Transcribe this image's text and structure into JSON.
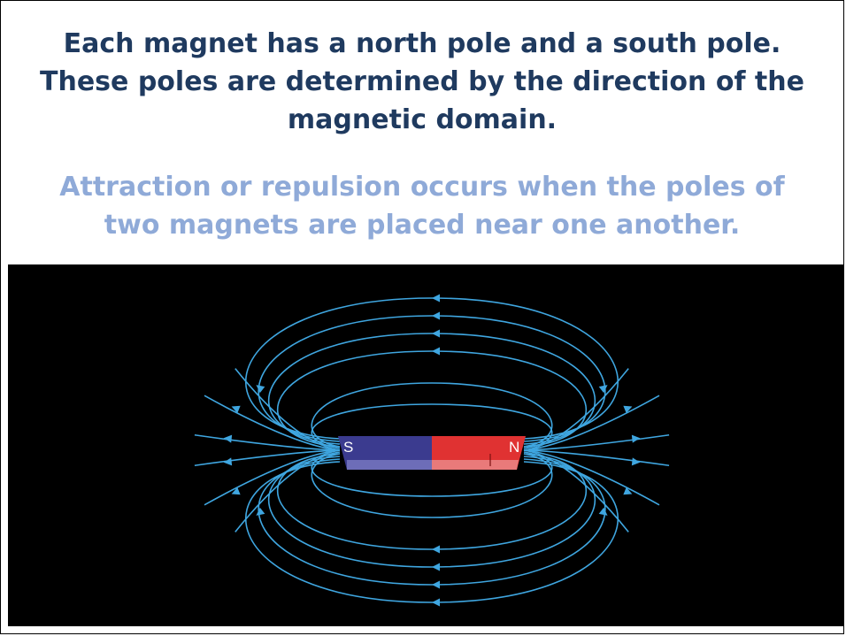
{
  "slide": {
    "heading_lines": [
      "Each magnet has a north pole and a south pole.",
      "These poles are determined by the direction of the",
      "magnetic domain."
    ],
    "subtitle_lines": [
      "Attraction or repulsion occurs when the poles of",
      "two magnets are placed near one another."
    ]
  },
  "figure": {
    "south_label": "S",
    "north_label": "N",
    "colors": {
      "heading": "#1f3a5f",
      "subtitle": "#8faad8",
      "field_line": "#3fa6e0",
      "south_pole": "#3b3b8f",
      "north_pole": "#e03232",
      "background": "#000000"
    },
    "icons": [
      "bar-magnet-icon",
      "field-arrow-icon"
    ]
  }
}
